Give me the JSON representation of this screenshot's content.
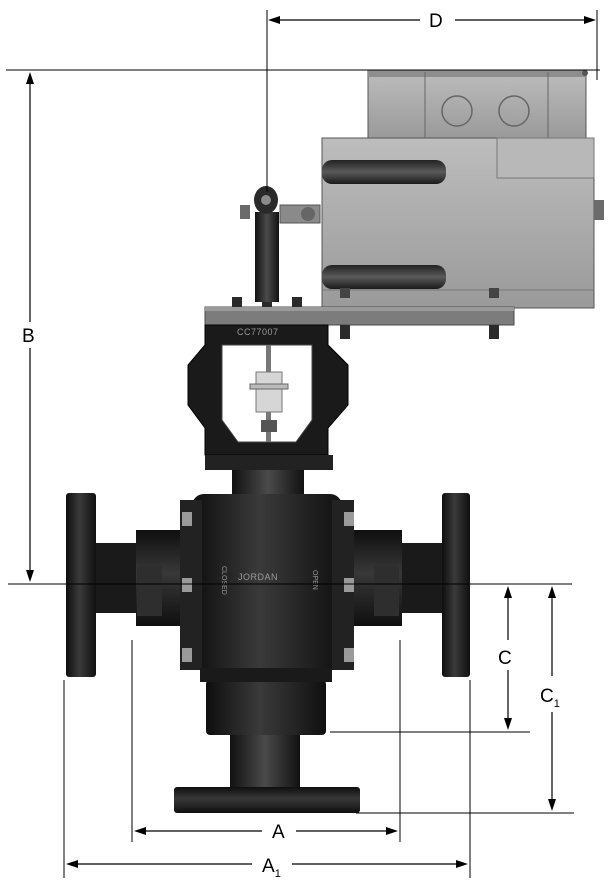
{
  "dimensions": {
    "A": "A",
    "A1": {
      "base": "A",
      "sub": "1"
    },
    "B": "B",
    "C": "C",
    "C1": {
      "base": "C",
      "sub": "1"
    },
    "D": "D"
  },
  "markings": {
    "brand": "JORDAN",
    "actuator_plate": "CC77007",
    "closed": "CLOSED",
    "open": "OPEN"
  },
  "colors": {
    "body": "#1c1c1c",
    "body_highlight": "#3a3a3a",
    "actuator": "#a4a4a4",
    "actuator_dark": "#7c7c7c",
    "actuator_light": "#c2c2c2"
  }
}
